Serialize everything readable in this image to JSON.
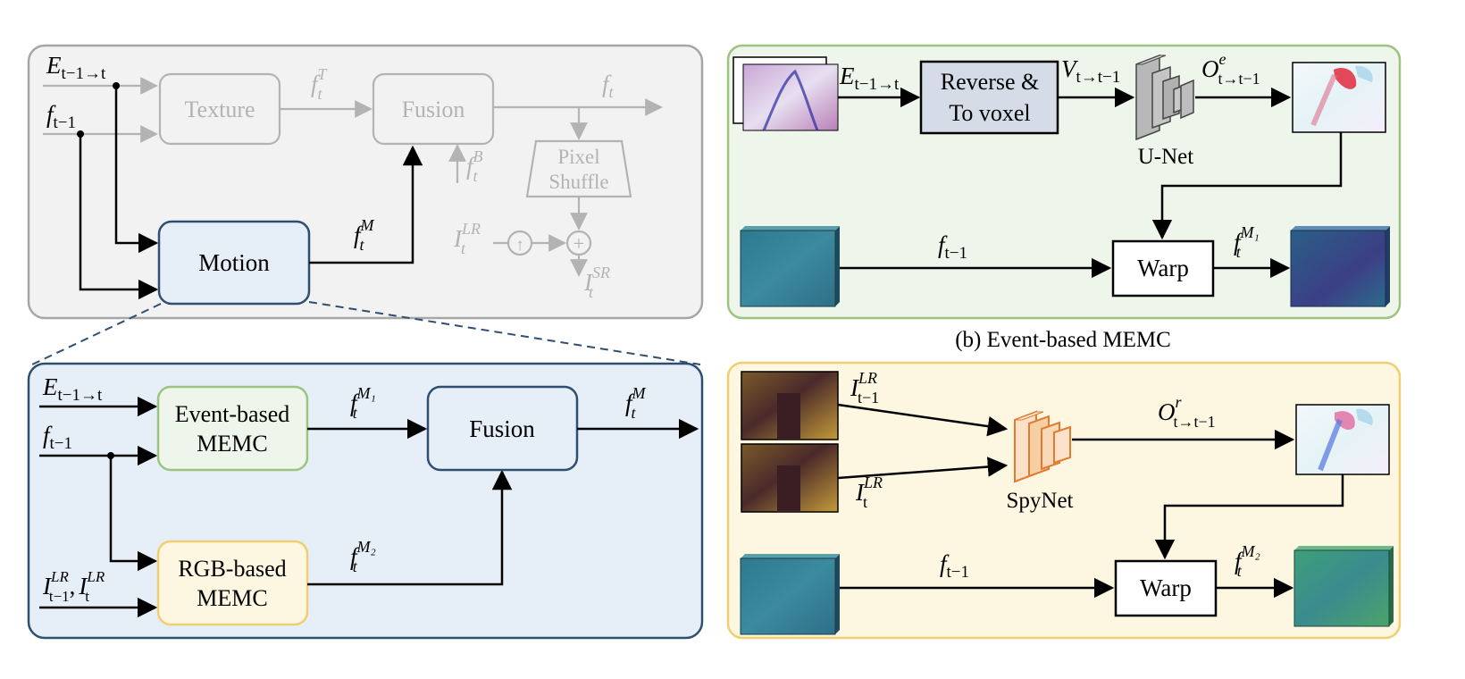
{
  "colors": {
    "top_panel_bg": "#f2f2f2",
    "top_panel_border": "#a6a6a6",
    "dim_gray": "#b3b3b3",
    "motion_bg": "#e6eef8",
    "motion_border": "#2e4f72",
    "detail_bg": "#e6eef8",
    "detail_border": "#2e4f72",
    "event_panel_bg": "#eef5ea",
    "event_panel_border": "#9cc47f",
    "rgb_panel_bg": "#fdf6e1",
    "rgb_panel_border": "#f0cf70",
    "voxel_box_bg": "#d5dbe7",
    "unet_gray": "#b8b8b8",
    "spynet_orange": "#e07b32",
    "black": "#000000"
  },
  "top_panel": {
    "input_event": {
      "main": "E",
      "sub": "t−1→t"
    },
    "input_feat": {
      "main": "f",
      "sub": "t−1"
    },
    "texture_label": "Texture",
    "fusion_label": "Fusion",
    "motion_label": "Motion",
    "texture_out": {
      "main": "f",
      "sub": "t",
      "sup": "T"
    },
    "fusion_out": {
      "main": "f",
      "sub": "t"
    },
    "branch_in": {
      "main": "f",
      "sub": "t",
      "sup": "B"
    },
    "motion_out": {
      "main": "f",
      "sub": "t",
      "sup": "M"
    },
    "pixel_shuffle_line1": "Pixel",
    "pixel_shuffle_line2": "Shuffle",
    "lr_input": {
      "main": "I",
      "sub": "t",
      "sup": "LR"
    },
    "sr_output": {
      "main": "I",
      "sub": "t",
      "sup": "SR"
    },
    "up_symbol": "↑",
    "plus_symbol": "+"
  },
  "detail_panel": {
    "input_event": {
      "main": "E",
      "sub": "t−1→t"
    },
    "input_feat": {
      "main": "f",
      "sub": "t−1"
    },
    "input_rgb": {
      "main1": "I",
      "sub1": "t−1",
      "sup1": "LR",
      "sep": ",",
      "main2": "I",
      "sub2": "t",
      "sup2": "LR"
    },
    "event_memc_line1": "Event-based",
    "event_memc_line2": "MEMC",
    "rgb_memc_line1": "RGB-based",
    "rgb_memc_line2": "MEMC",
    "fusion_label": "Fusion",
    "out_m1": {
      "main": "f",
      "sub": "t",
      "sup": "M₁"
    },
    "out_m2": {
      "main": "f",
      "sub": "t",
      "sup": "M₂"
    },
    "out_m": {
      "main": "f",
      "sub": "t",
      "sup": "M"
    }
  },
  "event_panel": {
    "input_event": {
      "main": "E",
      "sub": "t−1→t"
    },
    "voxel_line1": "Reverse &",
    "voxel_line2": "To voxel",
    "voxel_out": {
      "main": "V",
      "sub": "t→t−1"
    },
    "unet_label": "U-Net",
    "flow_out": {
      "main": "O",
      "sub": "t→t−1",
      "sup": "e"
    },
    "feat_in": {
      "main": "f",
      "sub": "t−1"
    },
    "warp_label": "Warp",
    "warp_out": {
      "main": "f",
      "sub": "t",
      "sup": "M₁"
    },
    "caption": "(b) Event-based MEMC"
  },
  "rgb_panel": {
    "lr_prev": {
      "main": "I",
      "sub": "t−1",
      "sup": "LR"
    },
    "lr_cur": {
      "main": "I",
      "sub": "t",
      "sup": "LR"
    },
    "spynet_label": "SpyNet",
    "flow_out": {
      "main": "O",
      "sub": "t→t−1",
      "sup": "r"
    },
    "feat_in": {
      "main": "f",
      "sub": "t−1"
    },
    "warp_label": "Warp",
    "warp_out": {
      "main": "f",
      "sub": "t",
      "sup": "M₂"
    }
  }
}
